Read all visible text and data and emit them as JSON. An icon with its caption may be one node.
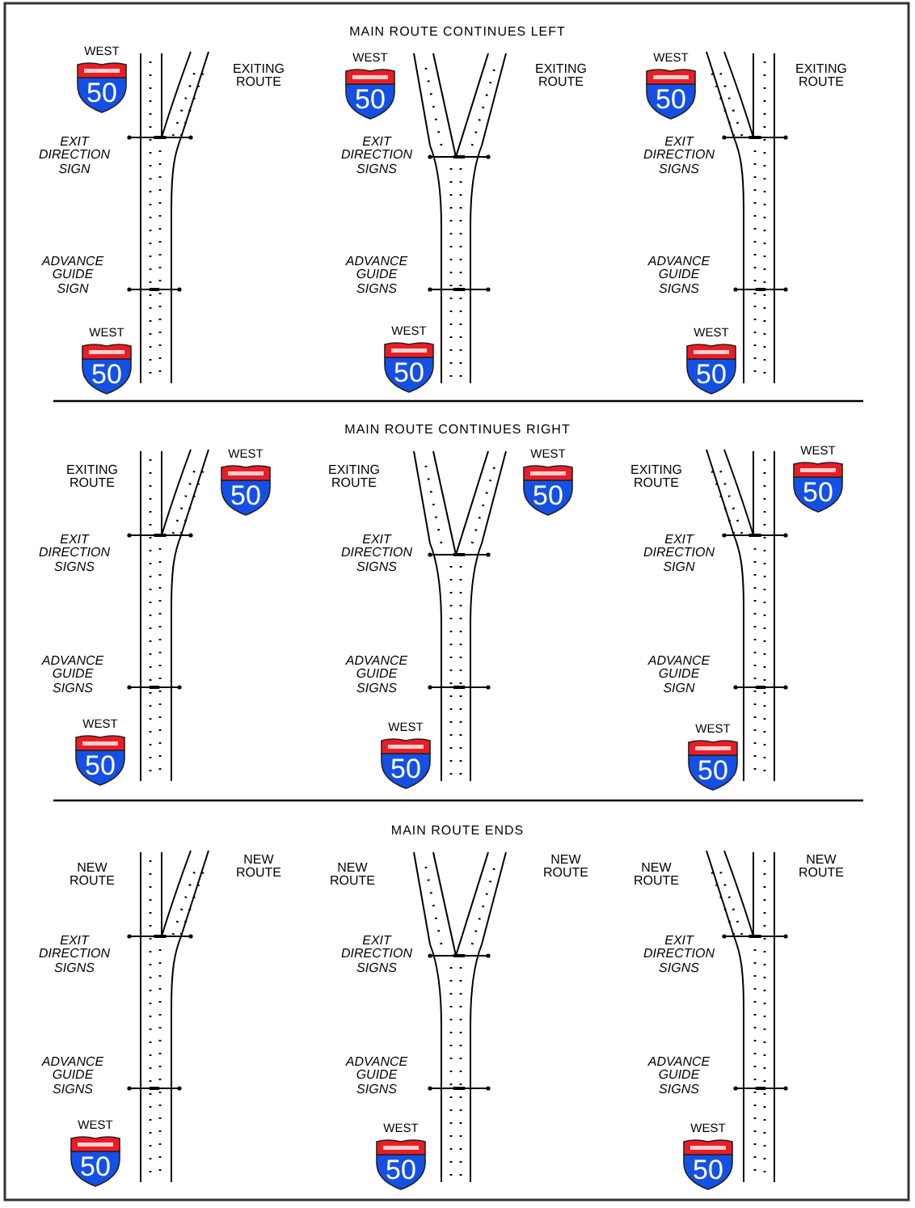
{
  "diagram": {
    "nodes": [
      {
        "text": [
          "50"
        ],
        "beside": [
          "WEST"
        ]
      },
      {
        "text": [
          "50"
        ],
        "beside": [
          "WEST"
        ]
      },
      {
        "text": [
          "50"
        ],
        "beside": [
          "WEST"
        ]
      },
      {
        "text": [
          "50"
        ],
        "beside": [
          "WEST"
        ]
      },
      {
        "text": [
          "50"
        ],
        "beside": [
          "WEST"
        ]
      },
      {
        "text": [
          "50"
        ],
        "beside": [
          "WEST"
        ]
      },
      {
        "text": [
          "50"
        ],
        "beside": [
          "WEST"
        ]
      },
      {
        "text": [
          "50"
        ],
        "beside": [
          "WEST"
        ]
      },
      {
        "text": [
          "50"
        ],
        "beside": [
          "WEST"
        ]
      },
      {
        "text": [
          "50"
        ],
        "beside": [
          "WEST"
        ]
      },
      {
        "text": [
          "50"
        ],
        "beside": [
          "WEST"
        ]
      },
      {
        "text": [
          "50"
        ],
        "beside": [
          "WEST"
        ]
      },
      {
        "text": [
          "50"
        ],
        "beside": [
          "WEST"
        ]
      },
      {
        "text": [
          "50"
        ],
        "beside": [
          "WEST"
        ]
      },
      {
        "text": [
          "50"
        ],
        "beside": [
          "WEST"
        ]
      }
    ],
    "edges": [],
    "labels": [
      "MAIN ROUTE CONTINUES LEFT",
      "EXITING ROUTE",
      "EXIT DIRECTION SIGN",
      "ADVANCE GUIDE SIGN",
      "EXITING ROUTE",
      "EXIT DIRECTION SIGNS",
      "ADVANCE GUIDE SIGNS",
      "EXITING ROUTE",
      "EXIT DIRECTION SIGNS",
      "ADVANCE GUIDE SIGNS",
      "MAIN ROUTE CONTINUES RIGHT",
      "EXITING ROUTE",
      "EXIT DIRECTION SIGNS",
      "ADVANCE GUIDE SIGNS",
      "EXITING ROUTE",
      "EXIT DIRECTION SIGNS",
      "ADVANCE GUIDE SIGNS",
      "EXITING ROUTE",
      "EXIT DIRECTION SIGN",
      "ADVANCE GUIDE SIGN",
      "MAIN ROUTE ENDS",
      "NEW ROUTE",
      "NEW ROUTE",
      "EXIT DIRECTION SIGNS",
      "ADVANCE GUIDE SIGNS",
      "NEW ROUTE",
      "NEW ROUTE",
      "EXIT DIRECTION SIGNS",
      "ADVANCE GUIDE SIGNS",
      "NEW ROUTE",
      "NEW ROUTE",
      "EXIT DIRECTION SIGNS",
      "ADVANCE GUIDE SIGNS"
    ]
  }
}
